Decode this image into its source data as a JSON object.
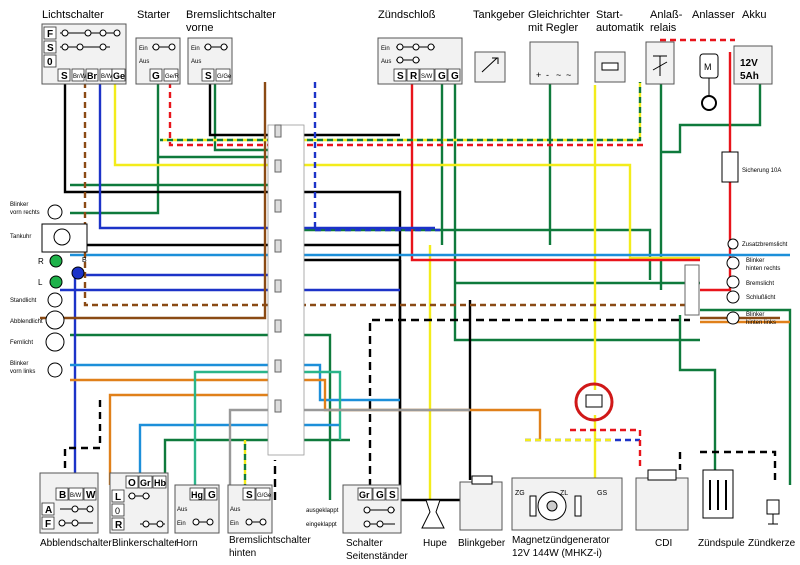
{
  "top_components": {
    "lichtschalter": "Lichtschalter",
    "starter": "Starter",
    "bremslicht_vorne_1": "Bremslichtschalter",
    "bremslicht_vorne_2": "vorne",
    "zuendschloss": "Zündschloß",
    "tankgeber": "Tankgeber",
    "gleichrichter_1": "Gleichrichter",
    "gleichrichter_2": "mit Regler",
    "startautomatik_1": "Start-",
    "startautomatik_2": "automatik",
    "anlassrelais_1": "Anlaß-",
    "anlassrelais_2": "relais",
    "anlasser": "Anlasser",
    "akku": "Akku",
    "akku_spec_1": "12V",
    "akku_spec_2": "5Ah"
  },
  "switch_cells": {
    "F": "F",
    "S": "S",
    "zero": "0",
    "BrW": "Br/W",
    "Br": "Br",
    "BW": "B/W",
    "Ge": "Ge",
    "Ein": "Ein",
    "Aus": "Aus",
    "G": "G",
    "GeR": "Ge/R",
    "GGe": "G/Ge",
    "R": "R",
    "SW": "S/W",
    "plus": "+",
    "minus": "-",
    "tilde": "~"
  },
  "left_components": {
    "blinker_vr_1": "Blinker",
    "blinker_vr_2": "vorn rechts",
    "tankuhr": "Tankuhr",
    "R": "R",
    "L": "L",
    "B": "B",
    "standlicht": "Standlicht",
    "abblendlicht": "Abblendlicht",
    "fernlicht": "Fernlicht",
    "blinker_vl_1": "Blinker",
    "blinker_vl_2": "vorn links"
  },
  "right_components": {
    "sicherung": "Sicherung 10A",
    "zusatzbremslicht": "Zusatzbremslicht",
    "blinker_hr_1": "Blinker",
    "blinker_hr_2": "hinten rechts",
    "bremslicht": "Bremslicht",
    "schlusslicht": "Schlußlicht",
    "blinker_hl_1": "Blinker",
    "blinker_hl_2": "hinten links"
  },
  "bottom_components": {
    "abblendschalter": "Abblendschalter",
    "blinkerschalter": "Blinkerschalter",
    "horn": "Horn",
    "bremslicht_hinten_1": "Bremslichtschalter",
    "bremslicht_hinten_2": "hinten",
    "schalter_1": "Schalter",
    "schalter_2": "Seitenständer",
    "ausgeklappt": "ausgeklappt",
    "eingeklappt": "eingeklappt",
    "hupe": "Hupe",
    "blinkgeber": "Blinkgeber",
    "magnet_1": "Magnetzündgenerator",
    "magnet_2": "12V 144W  (MHKZ-i)",
    "cdi": "CDI",
    "zuendspule": "Zündspule",
    "zuendkerze": "Zündkerze",
    "ZG": "ZG",
    "ZL": "ZL",
    "GS": "GS",
    "O": "O",
    "Gr": "Gr",
    "Hb": "Hb",
    "Hg": "Hg",
    "A": "A",
    "W": "W",
    "Gs": "Gs"
  },
  "colors": {
    "red": "#e8141b",
    "yellow": "#f3ec1b",
    "green": "#0f7a3c",
    "blue": "#1c33c8",
    "lightblue": "#1c8fd9",
    "brown": "#8a4a14",
    "black": "#000000",
    "orange": "#e0801a",
    "gray": "#999999",
    "teal": "#2ab58a",
    "highlight": "#d01818"
  }
}
